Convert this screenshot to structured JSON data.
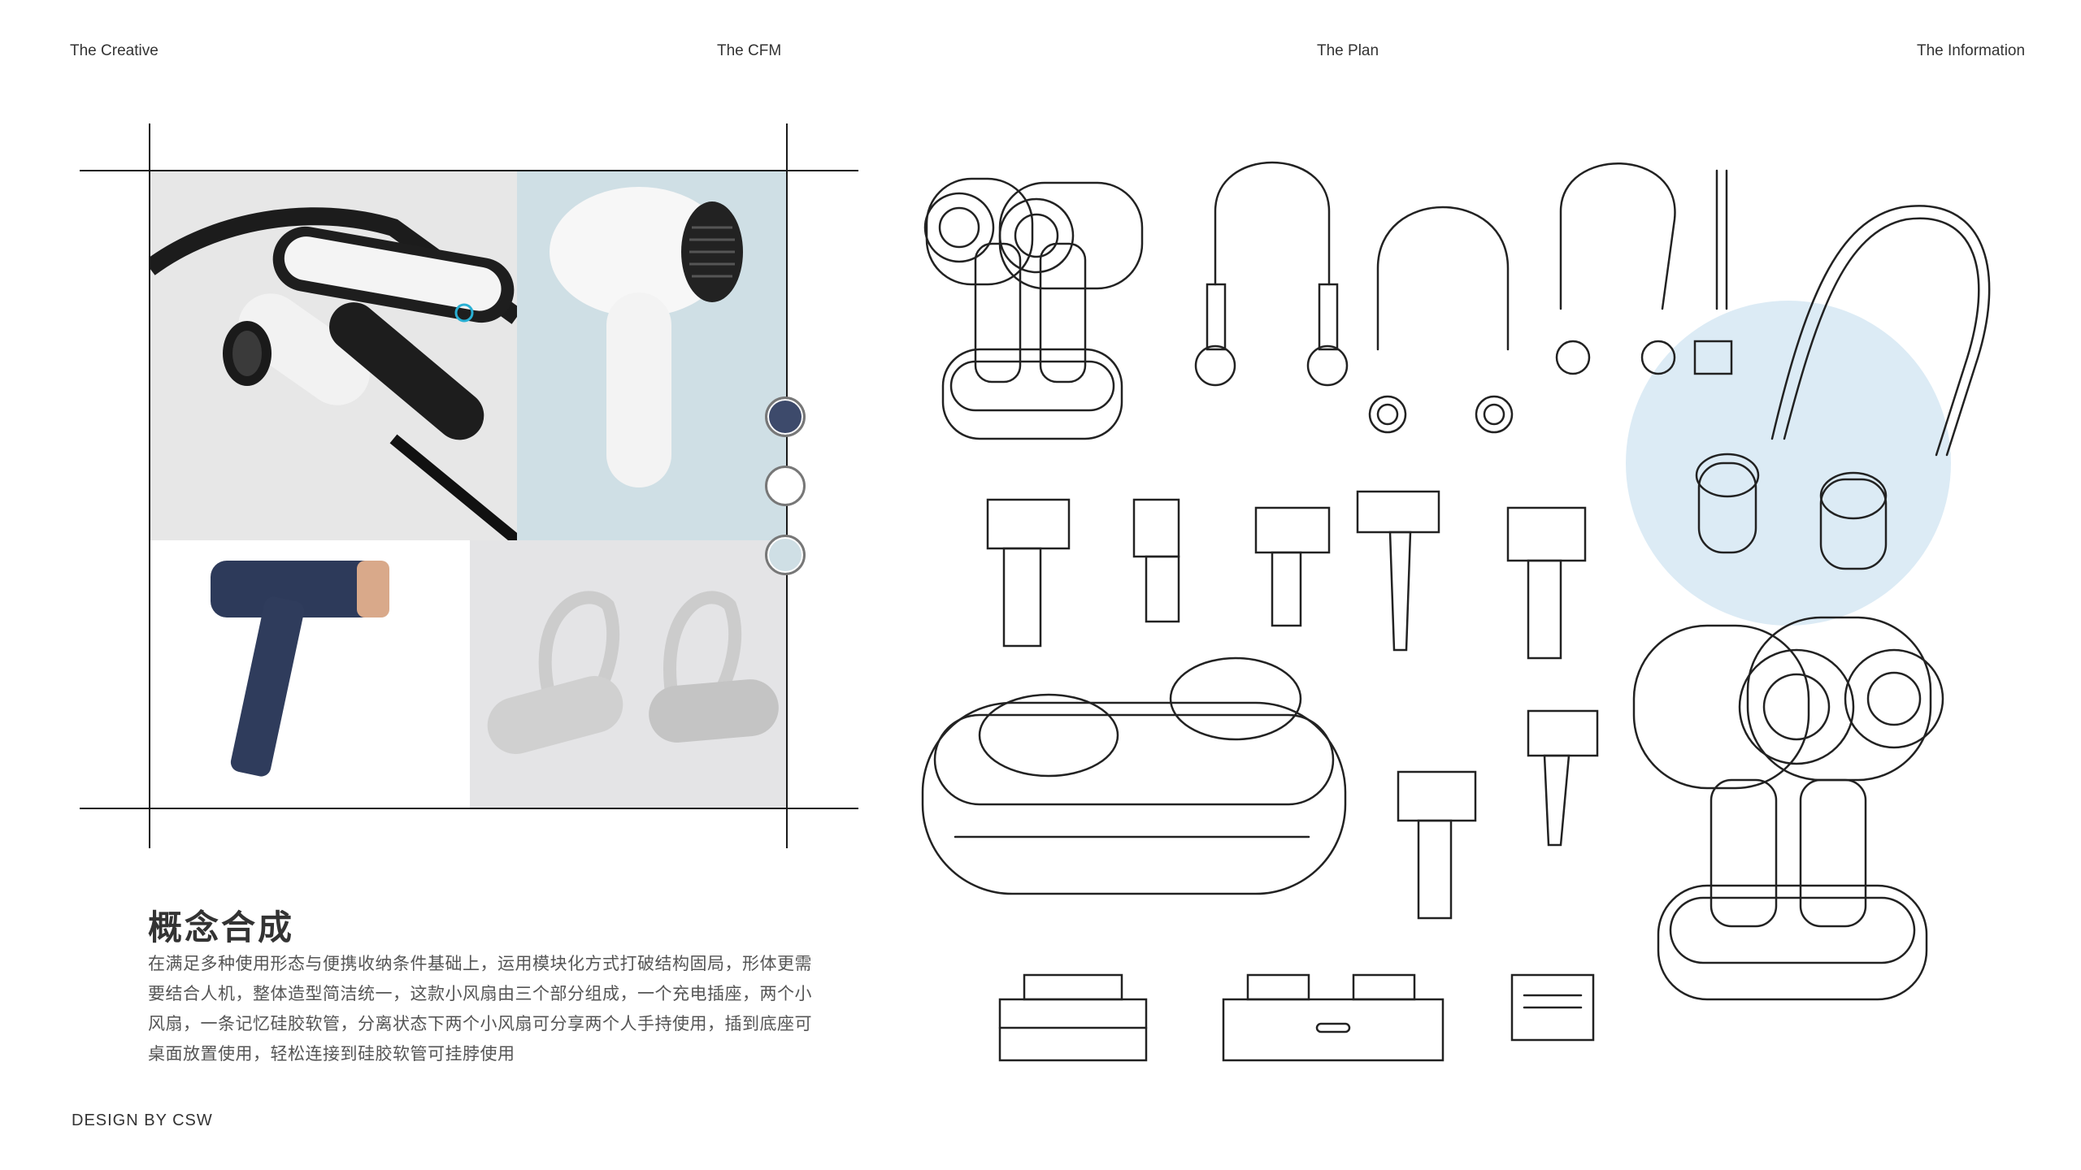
{
  "nav": [
    "The Creative",
    "The CFM",
    "The Plan",
    "The Information"
  ],
  "section": {
    "title": "概念合成",
    "description": "在满足多种使用形态与便携收纳条件基础上，运用模块化方式打破结构固局，形体更需要结合人机，整体造型简洁统一，这款小风扇由三个部分组成，一个充电插座，两个小风扇，一条记忆硅胶软管，分离状态下两个小风扇可分享两个人手持使用，插到底座可桌面放置使用，轻松连接到硅胶软管可挂脖使用"
  },
  "footer": "DESIGN BY CSW",
  "swatches": [
    "#3d4a6b",
    "#ffffff",
    "#cfdfe5"
  ],
  "accent": "#dcebf5"
}
